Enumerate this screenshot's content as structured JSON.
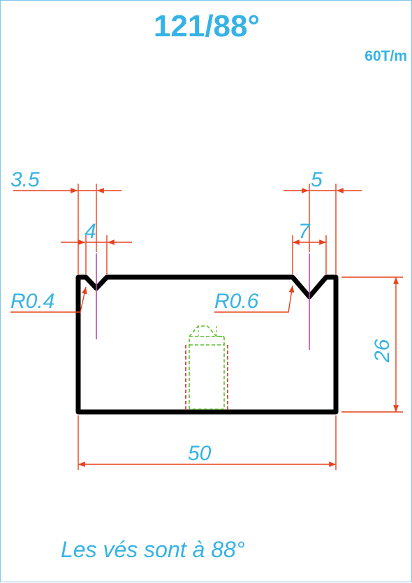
{
  "header": {
    "title": "121/88°",
    "capacity": "60T/m"
  },
  "dimensions": {
    "left_top_offset": "3.5",
    "left_v_opening": "4",
    "left_radius": "R0.4",
    "right_top_offset": "5",
    "right_v_opening": "7",
    "right_radius": "R0.6",
    "height": "26",
    "width": "50"
  },
  "footer": {
    "note": "Les vés sont à 88°"
  },
  "colors": {
    "text": "#35b3e6",
    "dimension_lines": "#e8401c",
    "outline": "#000000",
    "centerline": "#b04db0",
    "tang_green": "#5cbf2a",
    "tang_red": "#e02020"
  }
}
